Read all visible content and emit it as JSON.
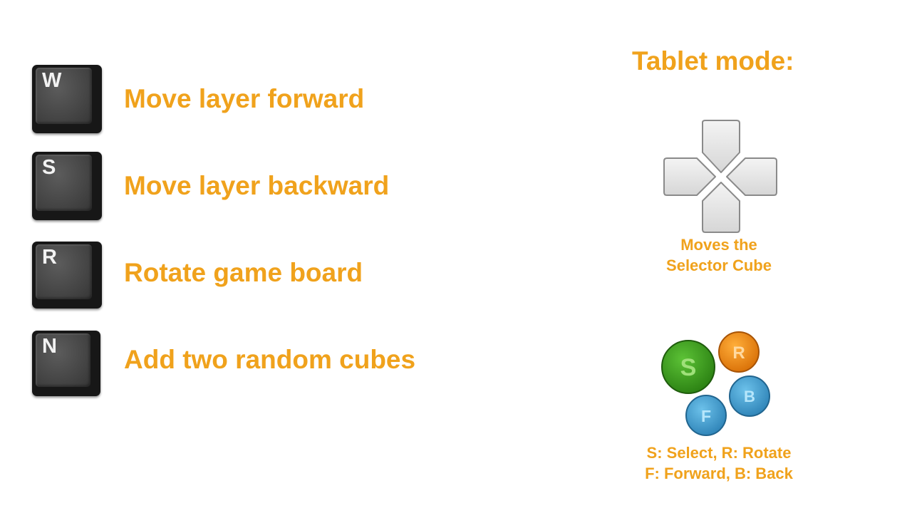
{
  "keys": [
    {
      "letter": "W",
      "label": "Move layer forward"
    },
    {
      "letter": "S",
      "label": "Move layer backward"
    },
    {
      "letter": "R",
      "label": "Rotate game board"
    },
    {
      "letter": "N",
      "label": "Add two random cubes"
    }
  ],
  "tablet": {
    "title": "Tablet mode:",
    "dpad_caption_line1": "Moves the",
    "dpad_caption_line2": "Selector Cube",
    "buttons_caption_line1": "S: Select, R: Rotate",
    "buttons_caption_line2": "F: Forward, B: Back",
    "buttons": [
      {
        "letter": "S",
        "color": "#3a9a1c"
      },
      {
        "letter": "R",
        "color": "#e8820e"
      },
      {
        "letter": "B",
        "color": "#3a90c2"
      },
      {
        "letter": "F",
        "color": "#3a90c2"
      }
    ]
  },
  "colors": {
    "accent": "#f0a21c",
    "key": "#171717",
    "dpad": "#e6e6e6"
  }
}
